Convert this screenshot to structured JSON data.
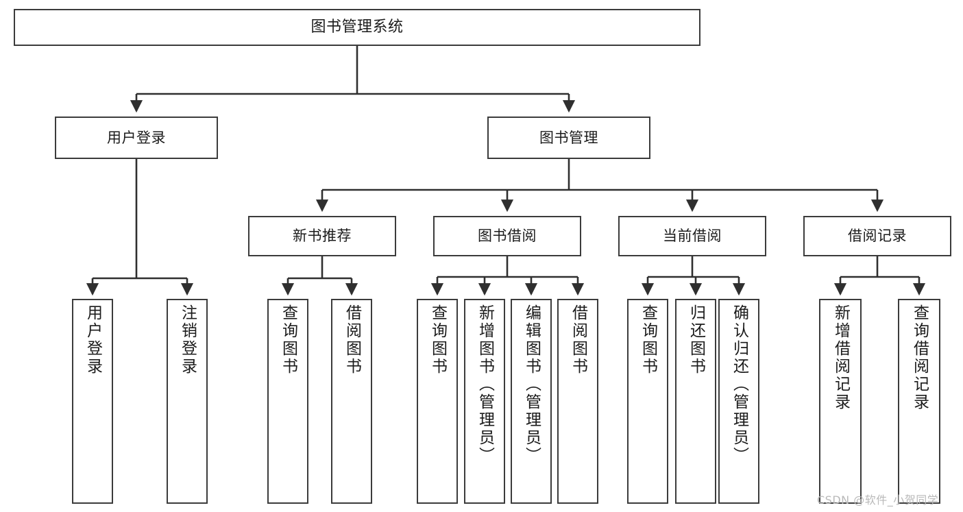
{
  "diagram": {
    "title": "图书管理系统",
    "type": "tree-hierarchy-chart",
    "orientation": "top-down",
    "colors": {
      "node_border": "#3b3b3b",
      "node_fill": "#ffffff",
      "edge": "#2f2f2f",
      "text": "#1b1b1b",
      "watermark": "#b9b9b9",
      "background": "#ffffff"
    },
    "levels": {
      "root": {
        "label": "图书管理系统"
      },
      "level2": [
        {
          "label": "用户登录"
        },
        {
          "label": "图书管理"
        }
      ],
      "level3": [
        {
          "label": "新书推荐"
        },
        {
          "label": "图书借阅"
        },
        {
          "label": "当前借阅"
        },
        {
          "label": "借阅记录"
        }
      ],
      "leaves": {
        "user_login": [
          {
            "label": "用户登录"
          },
          {
            "label": "注销登录"
          }
        ],
        "new_book_recommend": [
          {
            "label": "查询图书"
          },
          {
            "label": "借阅图书"
          }
        ],
        "book_borrow": [
          {
            "label": "查询图书"
          },
          {
            "label": "新增图书（管理员）"
          },
          {
            "label": "编辑图书（管理员）"
          },
          {
            "label": "借阅图书"
          }
        ],
        "current_borrow": [
          {
            "label": "查询图书"
          },
          {
            "label": "归还图书"
          },
          {
            "label": "确认归还（管理员）"
          }
        ],
        "borrow_record": [
          {
            "label": "新增借阅记录"
          },
          {
            "label": "查询借阅记录"
          }
        ]
      }
    },
    "watermark": "CSDN @软件_小贺同学"
  }
}
